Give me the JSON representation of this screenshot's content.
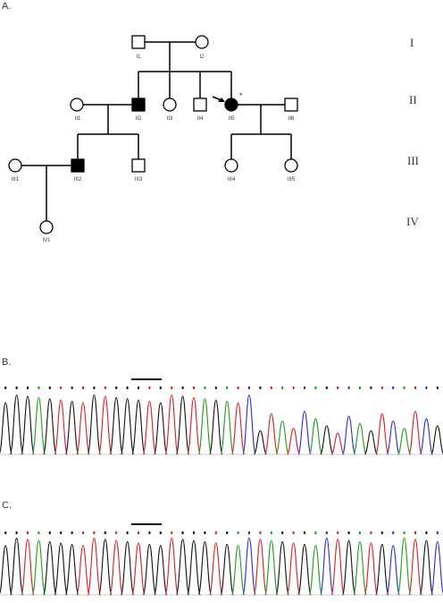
{
  "panels": {
    "a": "A.",
    "b": "B.",
    "c": "C."
  },
  "generations": [
    "I",
    "II",
    "III",
    "IV"
  ],
  "individuals": {
    "I1": "I1",
    "I2": "I2",
    "II1": "II1",
    "II2": "II2",
    "II3": "II3",
    "II4": "II4",
    "II5": "II5",
    "II6": "II6",
    "III1": "III1",
    "III2": "III2",
    "III3": "III3",
    "III4": "III4",
    "III5": "III5",
    "IV1": "IV1"
  },
  "proband_marker": "*",
  "colors": {
    "A": "#1a9e1a",
    "C": "#2a2ad8",
    "G": "#111111",
    "T": "#e01c1c",
    "line": "#000000"
  }
}
